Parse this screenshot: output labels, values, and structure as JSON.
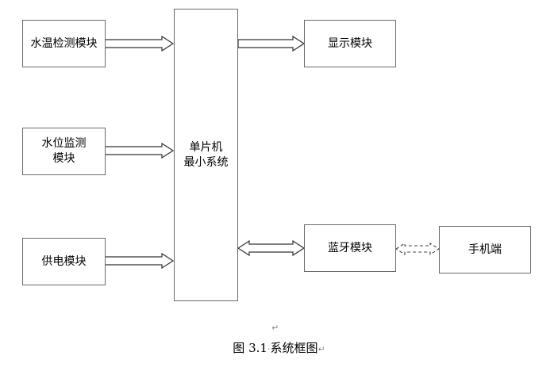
{
  "diagram": {
    "title": "系统框图",
    "nodes": {
      "temp": {
        "label": "水温检测模块"
      },
      "level": {
        "line1": "水位监测",
        "line2": "模块"
      },
      "power": {
        "label": "供电模块"
      },
      "mcu": {
        "line1": "单片机",
        "line2": "最小系统"
      },
      "display": {
        "label": "显示模块"
      },
      "bluetooth": {
        "label": "蓝牙模块"
      },
      "phone": {
        "label": "手机端"
      }
    },
    "edges": [
      {
        "from": "水温检测模块",
        "to": "单片机最小系统",
        "type": "one-way"
      },
      {
        "from": "水位监测模块",
        "to": "单片机最小系统",
        "type": "one-way"
      },
      {
        "from": "供电模块",
        "to": "单片机最小系统",
        "type": "one-way"
      },
      {
        "from": "单片机最小系统",
        "to": "显示模块",
        "type": "one-way"
      },
      {
        "from": "单片机最小系统",
        "to": "蓝牙模块",
        "type": "two-way"
      },
      {
        "from": "蓝牙模块",
        "to": "手机端",
        "type": "two-way-dashed (wireless)"
      }
    ]
  },
  "caption": {
    "prefix": "图",
    "number": "3.1",
    "text": "系统框图",
    "paragraph_mark": "↵"
  }
}
